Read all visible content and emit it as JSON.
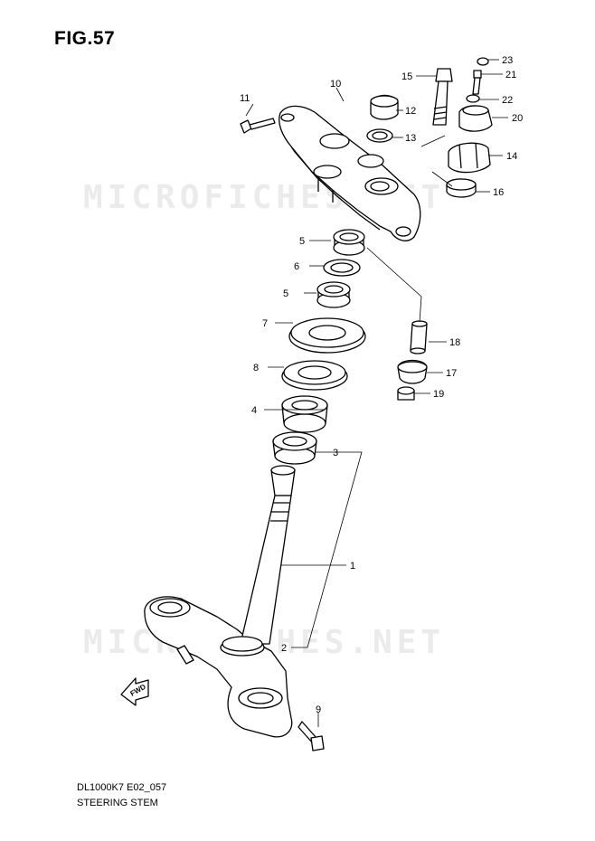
{
  "figure": {
    "title": "FIG.57"
  },
  "watermark": {
    "text_top": "MICROFICHES.NET",
    "text_bottom": "MICROFICHES.NET"
  },
  "footer": {
    "model_code": "DL1000K7 E02_057",
    "title": "STEERING STEM"
  },
  "direction_arrow": {
    "label": "FWD"
  },
  "callouts": {
    "c1": "1",
    "c2": "2",
    "c3": "3",
    "c4": "4",
    "c5a": "5",
    "c5b": "5",
    "c6": "6",
    "c7": "7",
    "c8": "8",
    "c9": "9",
    "c10": "10",
    "c11": "11",
    "c12": "12",
    "c13": "13",
    "c14": "14",
    "c15": "15",
    "c16": "16",
    "c17": "17",
    "c18": "18",
    "c19": "19",
    "c20": "20",
    "c21": "21",
    "c22": "22",
    "c23": "23"
  }
}
